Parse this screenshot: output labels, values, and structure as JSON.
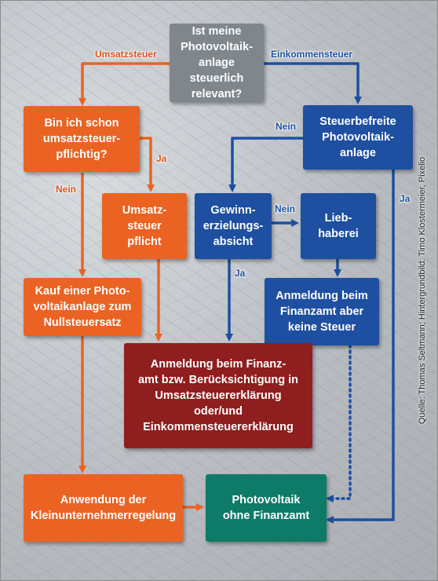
{
  "nodes": {
    "start": "Ist meine\nPhotovoltaik-\nanlage steuerlich\nrelevant?",
    "umsatzsteuerpflichtig": "Bin ich schon\numsatzsteuer-\npflichtig?",
    "steuerbefreit": "Steuerbefreite\nPhotovoltaik-\nanlage",
    "umsatzsteuer_pflicht": "Umsatz-\nsteuer\npflicht",
    "gewinnerzielung": "Gewinn-\nerzielungs-\nabsicht",
    "liebhaberei": "Lieb-\nhaberei",
    "kauf": "Kauf einer Photo-\nvoltaikanlage zum\nNullsteuersatz",
    "anmeldung_keine": "Anmeldung beim\nFinanzamt aber\nkeine Steuer",
    "anmeldung_finanzamt": "Anmeldung beim Finanz-\namt bzw. Berücksichtigung in\nUmsatzsteuererklärung oder/und\nEinkommensteuererklärung",
    "kleinunternehmer": "Anwendung der\nKleinunternehmerregelung",
    "ohne_finanzamt": "Photovoltaik\nohne Finanzamt"
  },
  "labels": {
    "umsatzsteuer": "Umsatzsteuer",
    "einkommensteuer": "Einkommensteuer",
    "ja_orange": "Ja",
    "nein_orange": "Nein",
    "nein_blue_1": "Nein",
    "nein_blue_2": "Nein",
    "ja_blue_1": "Ja",
    "ja_blue_2": "Ja"
  },
  "source": "Quelle: Thomas Seltmann; Hintergrundbild: Timo Klostermeier, Pixelio",
  "colors": {
    "gray": "#7f868c",
    "orange": "#eb6323",
    "blue": "#1e4fa0",
    "red": "#8f1e1e",
    "green": "#0e7a68"
  }
}
